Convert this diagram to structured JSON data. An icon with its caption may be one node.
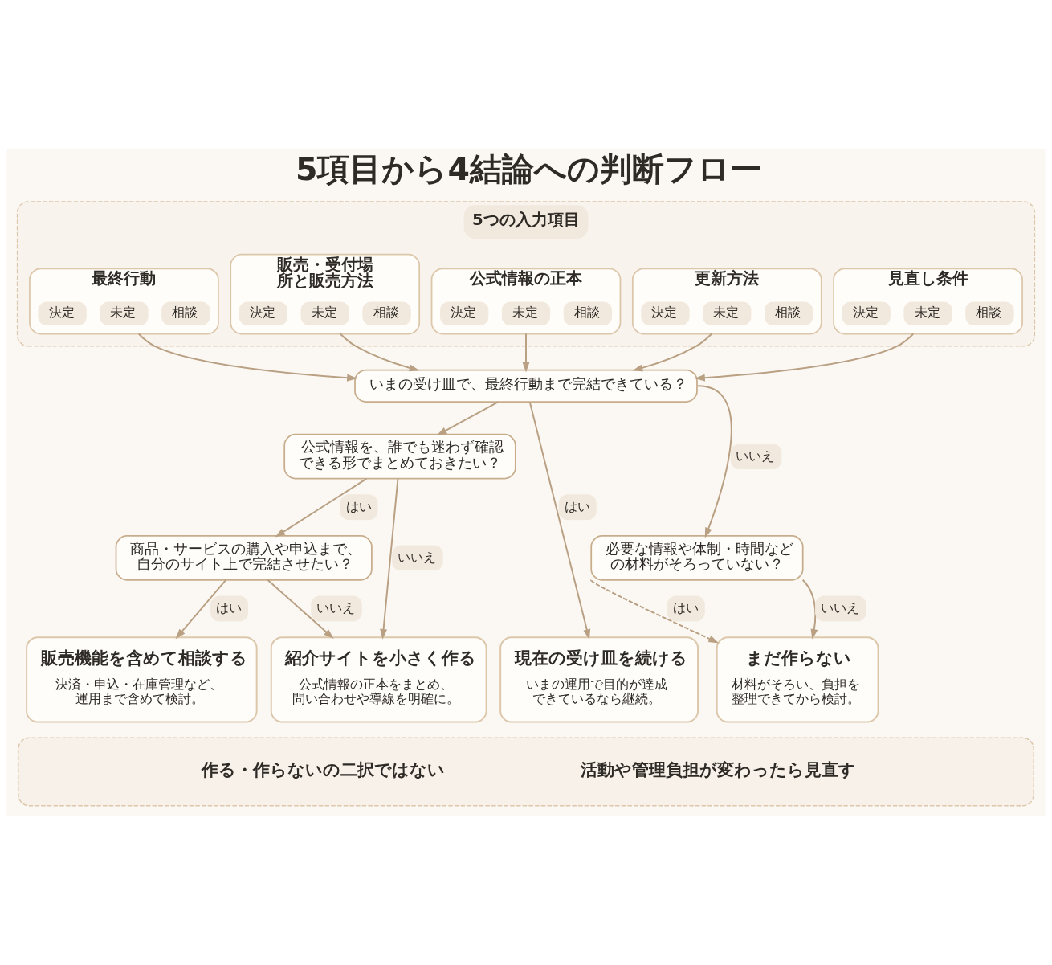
{
  "diagram": {
    "title": "5項目から4結論への判断フロー",
    "nodes": [
      {
        "text": [
          "5つの入力項目"
        ]
      },
      {
        "text": [
          "最終行動"
        ],
        "in": 0
      },
      {
        "text": [
          "決定"
        ],
        "in": 1
      },
      {
        "text": [
          "未定"
        ],
        "in": 1
      },
      {
        "text": [
          "相談"
        ],
        "in": 1
      },
      {
        "text": [
          "販売・受付場所と販売方法"
        ],
        "in": 0
      },
      {
        "text": [
          "決定"
        ],
        "in": 5
      },
      {
        "text": [
          "未定"
        ],
        "in": 5
      },
      {
        "text": [
          "相談"
        ],
        "in": 5
      },
      {
        "text": [
          "公式情報の正本"
        ],
        "in": 0
      },
      {
        "text": [
          "決定"
        ],
        "in": 9
      },
      {
        "text": [
          "未定"
        ],
        "in": 9
      },
      {
        "text": [
          "相談"
        ],
        "in": 9
      },
      {
        "text": [
          "更新方法"
        ],
        "in": 0
      },
      {
        "text": [
          "決定"
        ],
        "in": 13
      },
      {
        "text": [
          "未定"
        ],
        "in": 13
      },
      {
        "text": [
          "相談"
        ],
        "in": 13
      },
      {
        "text": [
          "見直し条件"
        ],
        "in": 0
      },
      {
        "text": [
          "決定"
        ],
        "in": 17
      },
      {
        "text": [
          "未定"
        ],
        "in": 17
      },
      {
        "text": [
          "相談"
        ],
        "in": 17
      },
      {
        "text": [
          "いまの受け皿で、最終行動まで完結できている？"
        ]
      },
      {
        "text": [
          "公式情報を、誰でも迷わず確認できる形でまとめておきたい？"
        ]
      },
      {
        "text": [
          "必要な情報や体制・時間などの材料がそろっていない？"
        ]
      },
      {
        "text": [
          "商品・サービスの購入や申込まで、自分のサイト上で完結させたい？"
        ]
      },
      {
        "text": [
          "現在の受け皿を続ける",
          "いまの運用で目的が達成できているなら継続。"
        ]
      },
      {
        "text": [
          "販売機能を含めて相談する",
          "決済・申込・在庫管理など、運用まで含めて検討。"
        ]
      },
      {
        "text": [
          "紹介サイトを小さく作る",
          "公式情報の正本をまとめ、問い合わせや導線を明確に。"
        ]
      },
      {
        "text": [
          "まだ作らない",
          "材料がそろい、負担を整理できてから検討。"
        ]
      },
      {
        "text": [
          "作る・作らないの二択ではない",
          "活動や管理負担が変わったら見直す"
        ]
      }
    ],
    "edges": [
      {
        "from": 1,
        "to": 21,
        "arrow": "to"
      },
      {
        "from": 5,
        "to": 21,
        "arrow": "to"
      },
      {
        "from": 9,
        "to": 21,
        "arrow": "to"
      },
      {
        "from": 13,
        "to": 21,
        "arrow": "to"
      },
      {
        "from": 17,
        "to": 21,
        "arrow": "to"
      },
      {
        "from": 21,
        "to": 25,
        "arrow": "to",
        "label": "はい"
      },
      {
        "from": 21,
        "to": 22,
        "arrow": "to"
      },
      {
        "from": 21,
        "to": 23,
        "arrow": "to",
        "label": "いいえ"
      },
      {
        "from": 22,
        "to": 24,
        "arrow": "to",
        "label": "はい"
      },
      {
        "from": 22,
        "to": 27,
        "arrow": "to",
        "label": "いいえ"
      },
      {
        "from": 23,
        "to": 28,
        "arrow": "to",
        "label": "はい",
        "style": "dashed"
      },
      {
        "from": 23,
        "to": 28,
        "arrow": "to",
        "label": "いいえ"
      },
      {
        "from": 24,
        "to": 26,
        "arrow": "to",
        "label": "はい"
      },
      {
        "from": 24,
        "to": 27,
        "arrow": "to",
        "label": "いいえ"
      }
    ]
  }
}
